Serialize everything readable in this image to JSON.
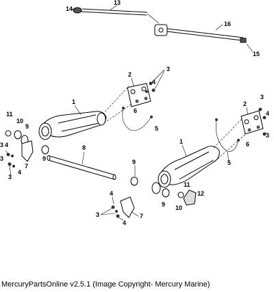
{
  "caption": "MercuryPartsOnline v2.5.1 (Image Copyright- Mercury Marine)",
  "callouts": {
    "c14": "14",
    "c13": "13",
    "c16": "16",
    "c15": "15",
    "c1a": "1",
    "c2a": "2",
    "c3a": "3",
    "c4a": "4",
    "c6a": "6",
    "c5a": "5",
    "c11a": "11",
    "c10a": "10",
    "c9a": "9",
    "c3b": "3",
    "c4b": "4",
    "c7a": "7",
    "c3c": "3",
    "c4c": "4",
    "c3d": "3",
    "c9b": "9",
    "c8": "8",
    "c9c": "9",
    "c1b": "1",
    "c2b": "2",
    "c3e": "3",
    "c4d": "4",
    "c3f": "3",
    "c6b": "6",
    "c5b": "5",
    "c11b": "11",
    "c12": "12",
    "c9d": "9",
    "c10b": "10",
    "c4e": "4",
    "c3g": "3",
    "c4f": "4",
    "c7b": "7"
  }
}
